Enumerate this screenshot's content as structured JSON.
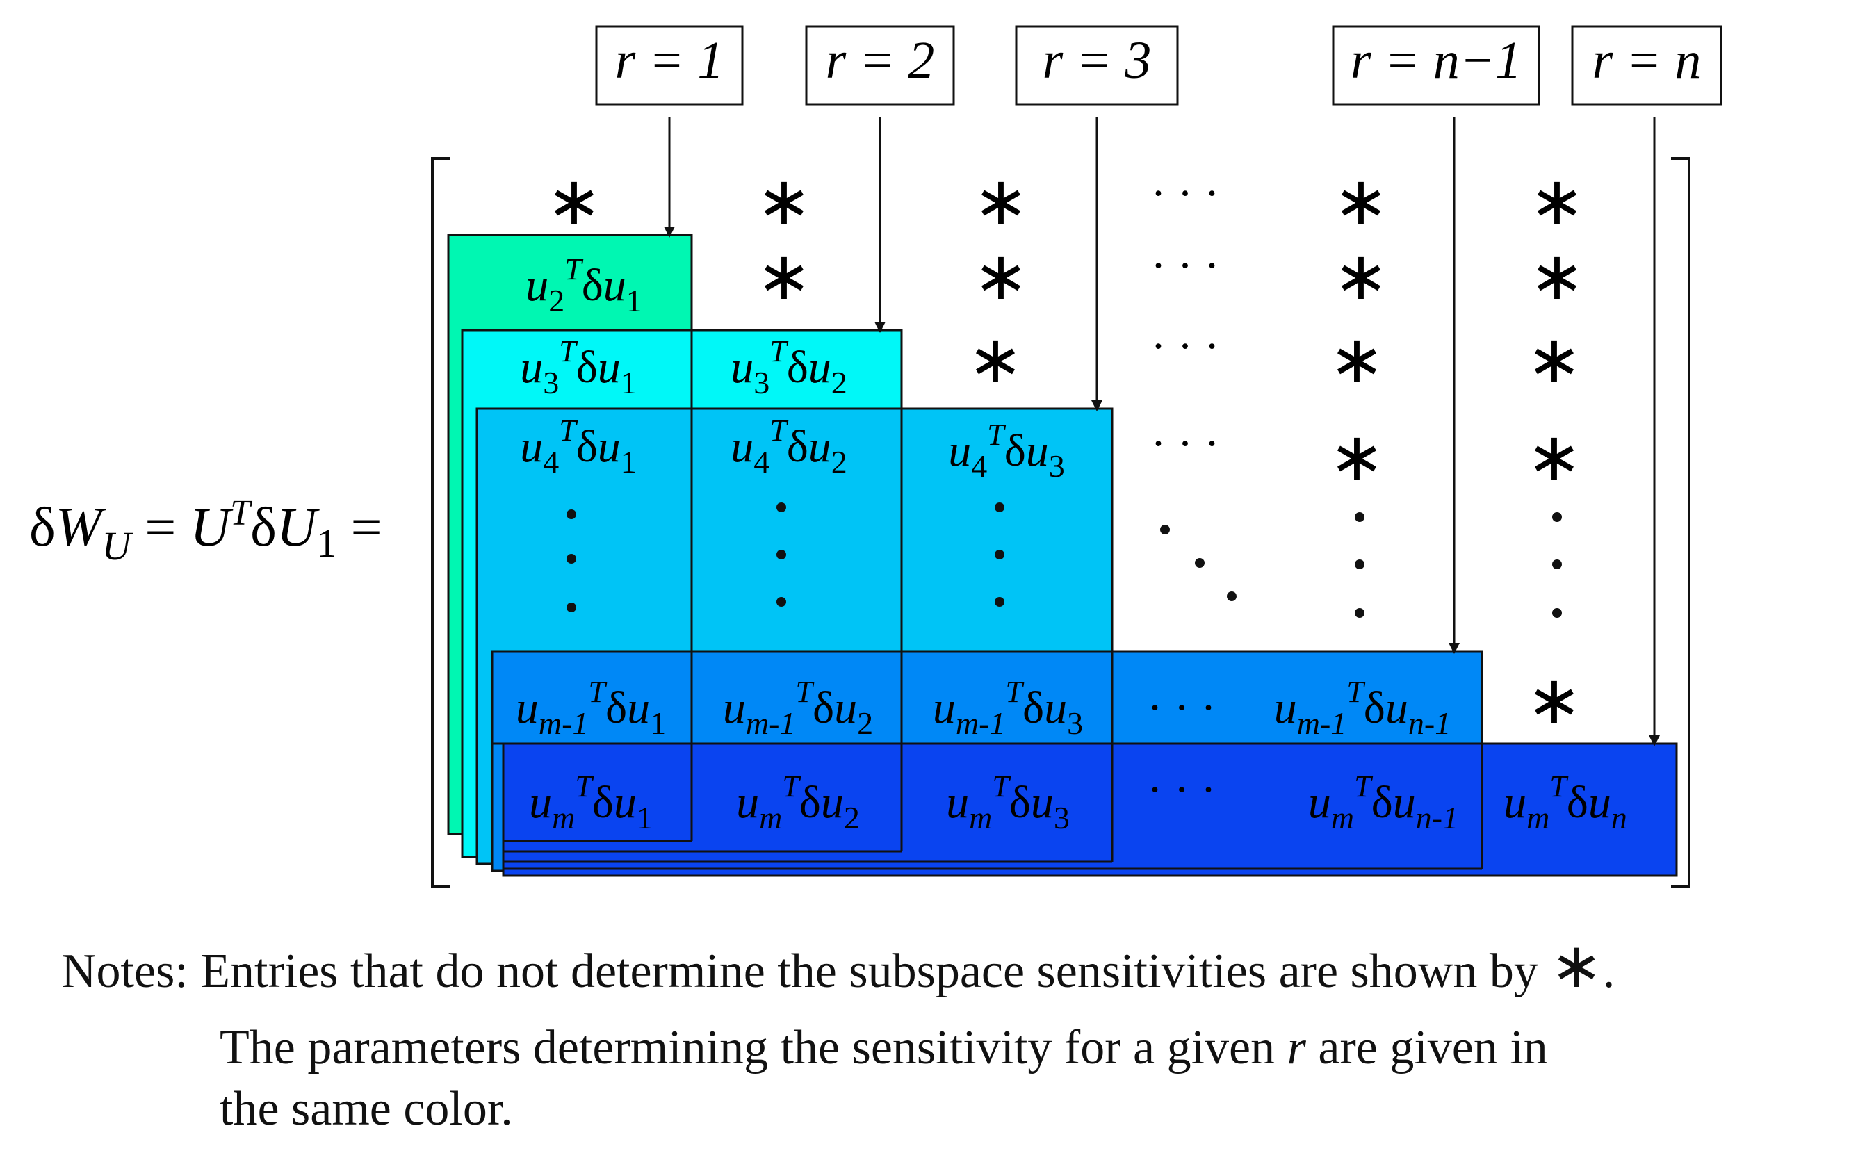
{
  "header_labels": [
    "r = 1",
    "r = 2",
    "r = 3",
    "r = n−1",
    "r = n"
  ],
  "lhs": {
    "delta": "δ",
    "w": "W",
    "w_sub": "U",
    "eq1": " = ",
    "u": "U",
    "u_sup": "T",
    "u2_delta": "δ",
    "u2": "U",
    "u2_sub": "1",
    "eq2": " ="
  },
  "star": "∗",
  "hdots": "· · ·",
  "layer_colors": [
    "#00f7b2",
    "#00f8f8",
    "#00c4f6",
    "#0088f6",
    "#0a44f0"
  ],
  "cells": {
    "c21": {
      "a": "u",
      "as": "2",
      "b": "u",
      "bs": "1"
    },
    "c31": {
      "a": "u",
      "as": "3",
      "b": "u",
      "bs": "1"
    },
    "c32": {
      "a": "u",
      "as": "3",
      "b": "u",
      "bs": "2"
    },
    "c41": {
      "a": "u",
      "as": "4",
      "b": "u",
      "bs": "1"
    },
    "c42": {
      "a": "u",
      "as": "4",
      "b": "u",
      "bs": "2"
    },
    "c43": {
      "a": "u",
      "as": "4",
      "b": "u",
      "bs": "3"
    },
    "cm11": {
      "a": "u",
      "as": "m-1",
      "b": "u",
      "bs": "1"
    },
    "cm12": {
      "a": "u",
      "as": "m-1",
      "b": "u",
      "bs": "2"
    },
    "cm13": {
      "a": "u",
      "as": "m-1",
      "b": "u",
      "bs": "3"
    },
    "cm1n1": {
      "a": "u",
      "as": "m-1",
      "b": "u",
      "bs": "n-1"
    },
    "cm1": {
      "a": "u",
      "as": "m",
      "b": "u",
      "bs": "1"
    },
    "cm2": {
      "a": "u",
      "as": "m",
      "b": "u",
      "bs": "2"
    },
    "cm3": {
      "a": "u",
      "as": "m",
      "b": "u",
      "bs": "3"
    },
    "cmn1": {
      "a": "u",
      "as": "m",
      "b": "u",
      "bs": "n-1"
    },
    "cmn": {
      "a": "u",
      "as": "m",
      "b": "u",
      "bs": "n"
    }
  },
  "transpose": "T",
  "delta": "δ",
  "notes": {
    "line1_prefix": "Notes: Entries that do not determine the subspace sensitivities are shown by ",
    "line1_star": "∗",
    "line1_end": ".",
    "line2_a": "The parameters determining the sensitivity for a given ",
    "line2_r": "r",
    "line2_b": "  are given in",
    "line3": "the same color."
  }
}
